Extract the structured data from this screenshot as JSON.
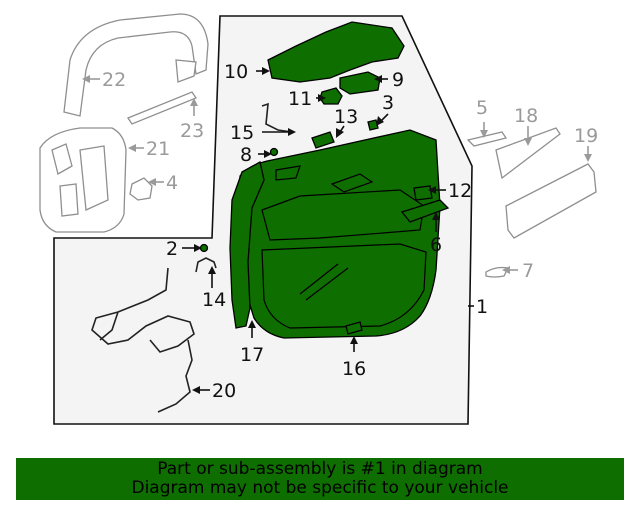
{
  "callouts": {
    "c1": "1",
    "c2": "2",
    "c3": "3",
    "c4": "4",
    "c5": "5",
    "c6": "6",
    "c7": "7",
    "c8": "8",
    "c9": "9",
    "c10": "10",
    "c11": "11",
    "c12": "12",
    "c13": "13",
    "c14": "14",
    "c15": "15",
    "c16": "16",
    "c17": "17",
    "c18": "18",
    "c19": "19",
    "c20": "20",
    "c21": "21",
    "c22": "22",
    "c23": "23"
  },
  "colors": {
    "highlight": "#0e6e00",
    "outline_gray": "#9a9a9a",
    "panel_fill": "#f4f4f4"
  },
  "banner": {
    "line1": "Part or sub-assembly is #1 in diagram",
    "line2": "Diagram may not be specific to your vehicle"
  }
}
